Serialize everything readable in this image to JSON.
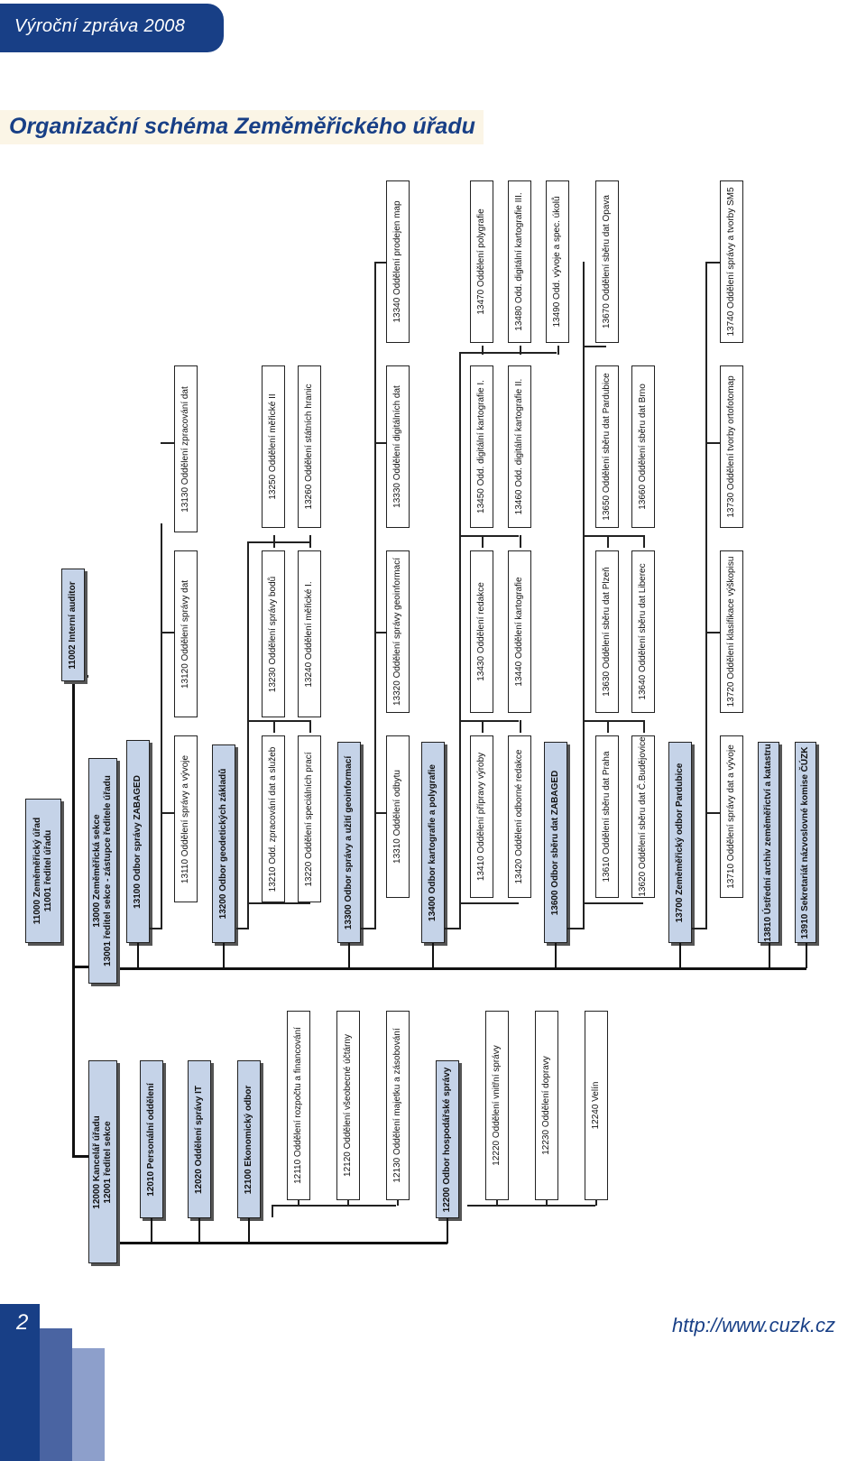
{
  "header": {
    "title": "Výroční zpráva 2008"
  },
  "page": {
    "heading": "Organizační schéma Zeměměřického úřadu"
  },
  "footer": {
    "page_number": "2",
    "url": "http://www.cuzk.cz"
  },
  "colors": {
    "brand": "#183f86",
    "box_fill": "#c5d3e8",
    "heading_bg": "#fbf5e6"
  },
  "org": {
    "n11000": "11000 Zeměměřický úřad",
    "n11001": "11001 ředitel úřadu",
    "n11002": "11002 Interní auditor",
    "n13000": "13000 Zeměměřická sekce",
    "n13001": "13001 ředitel sekce - zástupce ředitele úřadu",
    "n12000": "12000 Kancelář úřadu",
    "n12001": "12001 ředitel sekce",
    "n13100": "13100 Odbor správy ZABAGED",
    "n13110": "13110 Oddělení správy a vývoje",
    "n13120": "13120 Oddělení správy dat",
    "n13130": "13130 Oddělení zpracování dat",
    "n13200": "13200 Odbor geodetických základů",
    "n13210": "13210 Odd. zpracování dat a služeb",
    "n13220": "13220 Oddělení speciálních prací",
    "n13230": "13230 Oddělení správy bodů",
    "n13240": "13240 Oddělení měřické I.",
    "n13250": "13250 Oddělení měřické II",
    "n13260": "13260 Oddělení státních hranic",
    "n13300": "13300 Odbor správy a užití geoinformací",
    "n13310": "13310 Oddělení odbytu",
    "n13320": "13320 Oddělení správy geoinformací",
    "n13330": "13330 Oddělení digitálních dat",
    "n13340": "13340 Oddělení prodejen map",
    "n13400": "13400 Odbor kartografie a polygrafie",
    "n13410": "13410 Oddělení přípravy výroby",
    "n13420": "13420 Oddělení odborné redakce",
    "n13430": "13430 Oddělení redakce",
    "n13440": "13440 Oddělení kartografie",
    "n13450": "13450 Odd. digitální kartografie I.",
    "n13460": "13460 Odd. digitální kartografie II.",
    "n13470": "13470 Oddělení polygrafie",
    "n13480": "13480 Odd. digitální kartografie III.",
    "n13490": "13490 Odd. vývoje a spec. úkolů",
    "n13600": "13600 Odbor sběru dat ZABAGED",
    "n13610": "13610 Oddělení sběru dat Praha",
    "n13620": "13620 Oddělení sběru dat Č.Budějovice",
    "n13630": "13630 Oddělení sběru dat Plzeň",
    "n13640": "13640 Oddělení sběru dat Liberec",
    "n13650": "13650 Oddělení sběru dat Pardubice",
    "n13660": "13660 Oddělení sběru dat Brno",
    "n13670": "13670 Oddělení sběru dat Opava",
    "n13700": "13700 Zeměměřický odbor Pardubice",
    "n13710": "13710 Oddělení správy dat a vývoje",
    "n13720": "13720 Oddělení klasifikace výškopisu",
    "n13730": "13730 Oddělení tvorby ortofotomap",
    "n13740": "13740 Oddělení správy a tvorby SM5",
    "n13810": "13810 Ústřední archiv zeměměřictví a katastru",
    "n13910": "13910 Sekretariát názvoslovné komise ČÚZK",
    "n12010": "12010 Personální oddělení",
    "n12020": "12020 Oddělení správy IT",
    "n12100": "12100 Ekonomický odbor",
    "n12110": "12110 Oddělení rozpočtu a financování",
    "n12120": "12120 Oddělení všeobecné účtárny",
    "n12130": "12130 Oddělení majetku a zásobování",
    "n12200": "12200 Odbor hospodářské správy",
    "n12220": "12220 Oddělení vnitřní správy",
    "n12230": "12230 Oddělení dopravy",
    "n12240": "12240 Velín"
  }
}
